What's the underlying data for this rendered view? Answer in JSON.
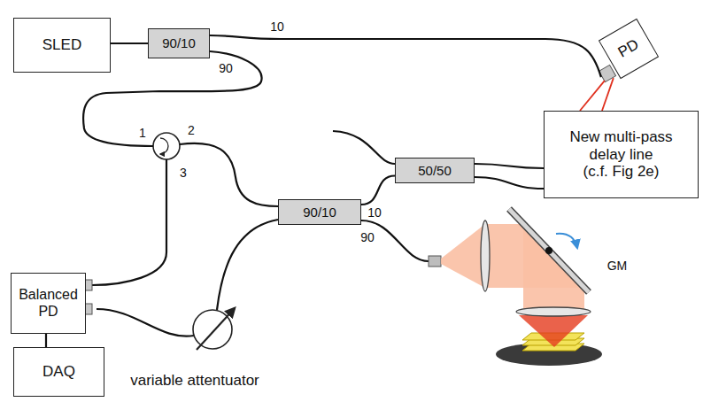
{
  "diagram": {
    "nodes": [
      {
        "text": [
          "SLED"
        ]
      },
      {
        "text": [
          "90/10"
        ]
      },
      {
        "text": [
          "PD"
        ]
      },
      {
        "text": [
          "New multi-pass delay line",
          "(c.f. Fig 2e)"
        ]
      },
      {
        "text": [
          "50/50"
        ]
      },
      {
        "text": [
          "90/10"
        ]
      },
      {
        "text": [
          "Balanced PD"
        ]
      },
      {
        "text": [
          "DAQ"
        ]
      },
      {
        "text": [
          "variable attentuator"
        ]
      }
    ],
    "edges": [
      {
        "from": 0,
        "to": 1,
        "arrow": "none"
      },
      {
        "from": 1,
        "to": 2,
        "arrow": "none"
      },
      {
        "from": 5,
        "to": 4,
        "arrow": "none"
      },
      {
        "from": 4,
        "to": 3,
        "arrow": "none"
      },
      {
        "from": 4,
        "to": 3,
        "arrow": "none"
      },
      {
        "from": 6,
        "to": 7,
        "arrow": "none"
      },
      {
        "from": 6,
        "to": 8,
        "arrow": "none"
      },
      {
        "from": 8,
        "to": 5,
        "arrow": "none"
      },
      {
        "from": 3,
        "to": 2,
        "arrow": "none"
      },
      {
        "from": 3,
        "to": 2,
        "arrow": "none"
      }
    ],
    "labels": [
      "10",
      "90",
      "1",
      "2",
      "3",
      "10",
      "90",
      "GM"
    ]
  }
}
